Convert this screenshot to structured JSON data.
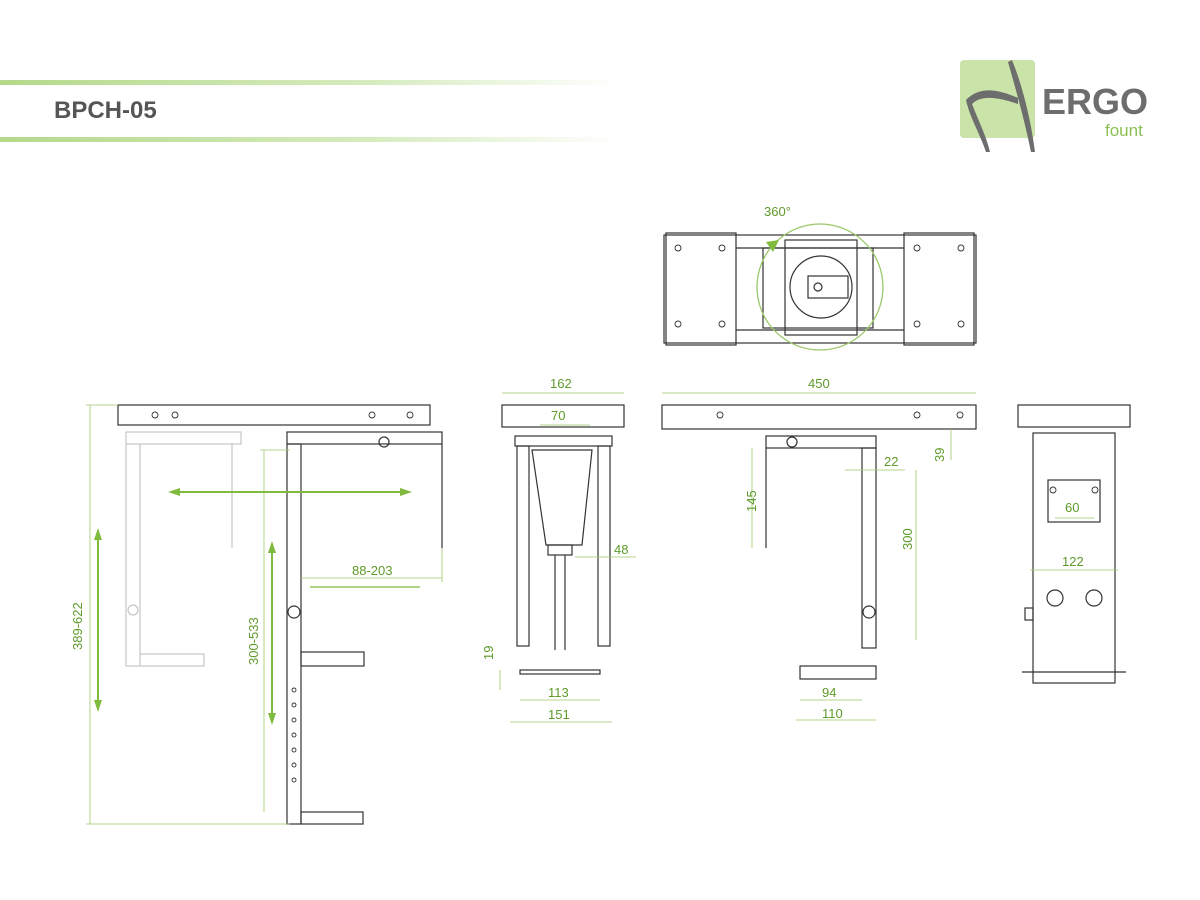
{
  "header": {
    "title": "BPCH-05"
  },
  "logo": {
    "brand": "ERGO",
    "sub": "fount",
    "bg_color": "#c9e3a8",
    "text_color": "#6d6d6d",
    "accent": "#8cc152"
  },
  "top_view": {
    "rotation_label": "360°"
  },
  "side_view": {
    "height_total": "389-622",
    "height_inner": "300-533",
    "width_adjust": "88-203"
  },
  "front_view": {
    "top_width": "162",
    "clamp_width": "70",
    "side_offset": "48",
    "foot_height": "19",
    "inner_base": "113",
    "outer_base": "151"
  },
  "rear_view": {
    "length": "450",
    "top_height": "39",
    "offset": "22",
    "arm_height": "145",
    "inner_height": "300",
    "foot_inner": "94",
    "foot_outer": "110"
  },
  "end_view": {
    "hole_spacing": "60",
    "knob_spacing": "122"
  },
  "colors": {
    "dimension": "#7fba3f",
    "line": "#333333"
  }
}
